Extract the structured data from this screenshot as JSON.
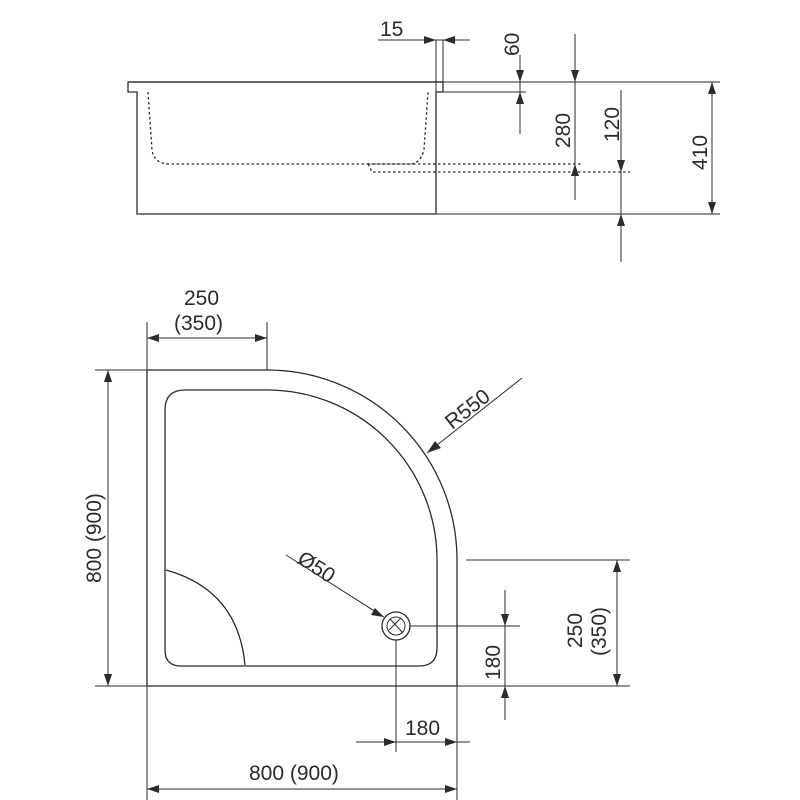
{
  "side_view": {
    "dim_lip_width": "15",
    "dim_lip_height": "60",
    "dim_depth": "280",
    "dim_drain_height": "120",
    "dim_total_height": "410"
  },
  "plan_view": {
    "dim_top_offset": "250",
    "dim_top_offset_alt": "(350)",
    "dim_radius": "R550",
    "dim_drain_diameter": "Ø50",
    "dim_side_length": "800 (900)",
    "dim_right_offset": "250",
    "dim_right_offset_alt": "(350)",
    "dim_drain_y": "180",
    "dim_drain_x": "180",
    "dim_bottom_length": "800 (900)"
  }
}
